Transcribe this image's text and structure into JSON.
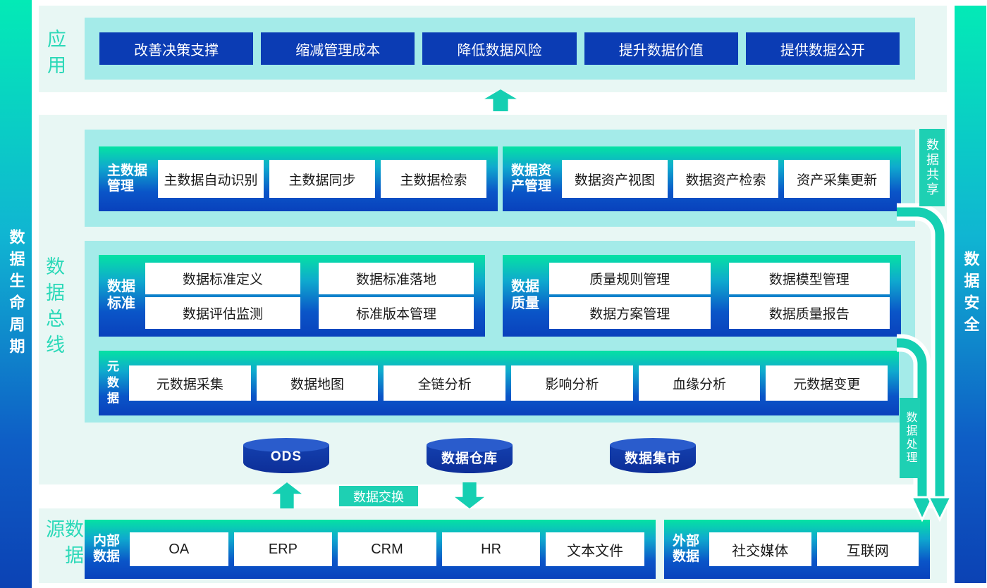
{
  "colors": {
    "accent_teal": "#15CFB2",
    "label_teal": "#2BD9B8",
    "deep_blue": "#0B3CB4",
    "container_cyan": "#A4EBE9",
    "mint_bg": "#E8F7F4",
    "block_gradient_top": "#05E2A3",
    "block_gradient_bottom": "#0941BC"
  },
  "bars": {
    "left": "数据生命周期",
    "right": "数据安全"
  },
  "app": {
    "label": "应用",
    "items": [
      "改善决策支撑",
      "缩减管理成本",
      "降低数据风险",
      "提升数据价值",
      "提供数据公开"
    ]
  },
  "master": {
    "label": "主数据管理",
    "items": [
      "主数据自动识别",
      "主数据同步",
      "主数据检索"
    ]
  },
  "asset": {
    "label": "数据资产管理",
    "items": [
      "数据资产视图",
      "数据资产检索",
      "资产采集更新"
    ]
  },
  "bus": {
    "label": "数据总线"
  },
  "standard": {
    "label": "数据标准",
    "items": [
      "数据标准定义",
      "数据标准落地",
      "数据评估监测",
      "标准版本管理"
    ]
  },
  "quality": {
    "label": "数据质量",
    "items": [
      "质量规则管理",
      "数据模型管理",
      "数据方案管理",
      "数据质量报告"
    ]
  },
  "metadata": {
    "label": "元数据",
    "items": [
      "元数据采集",
      "数据地图",
      "全链分析",
      "影响分析",
      "血缘分析",
      "元数据变更"
    ]
  },
  "storage": {
    "cylinders": [
      "ODS",
      "数据仓库",
      "数据集市"
    ]
  },
  "exchange": {
    "label": "数据交换"
  },
  "source": {
    "label": "数据源"
  },
  "internal": {
    "label": "内部数据",
    "items": [
      "OA",
      "ERP",
      "CRM",
      "HR",
      "文本文件"
    ]
  },
  "external": {
    "label": "外部数据",
    "items": [
      "社交媒体",
      "互联网"
    ]
  },
  "flows": {
    "share": "数据共享",
    "process": "数据处理"
  }
}
